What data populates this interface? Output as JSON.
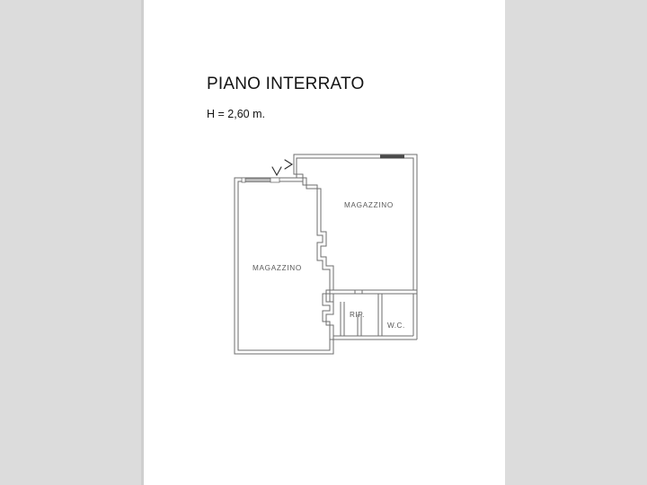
{
  "document": {
    "title": "PIANO INTERRATO",
    "height_note": "H = 2,60 m."
  },
  "floorplan": {
    "rooms": [
      {
        "id": "magazzino-upper-right",
        "label": "MAGAZZINO"
      },
      {
        "id": "magazzino-left",
        "label": "MAGAZZINO"
      },
      {
        "id": "ripostiglio",
        "label": "RIP."
      },
      {
        "id": "wc",
        "label": "W.C."
      }
    ],
    "markers": {
      "stair_arrow_1": "chevron-right",
      "stair_arrow_2": "chevron-down"
    },
    "colors": {
      "wall_stroke": "#6e6e6e",
      "wall_fill": "#ffffff",
      "window_fill": "#4a4a4a",
      "label_text": "#5a5a5a",
      "page_background": "#ffffff",
      "canvas_background": "#dcdcdc",
      "title_text": "#141414"
    }
  }
}
